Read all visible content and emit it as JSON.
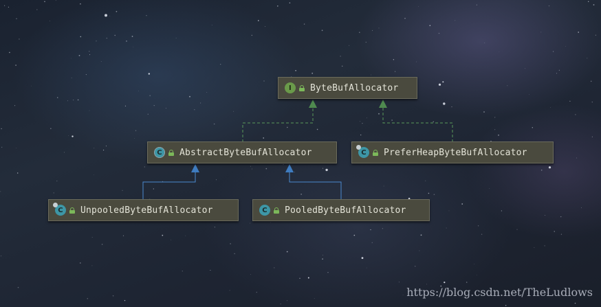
{
  "diagram": {
    "nodes": [
      {
        "id": "byte-buf-allocator",
        "label": "ByteBufAllocator",
        "kind": "interface",
        "icon_letter": "I"
      },
      {
        "id": "abstract-byte-buf-allocator",
        "label": "AbstractByteBufAllocator",
        "kind": "abstract",
        "icon_letter": "C"
      },
      {
        "id": "prefer-heap-byte-buf-allocator",
        "label": "PreferHeapByteBufAllocator",
        "kind": "class",
        "icon_letter": "C"
      },
      {
        "id": "unpooled-byte-buf-allocator",
        "label": "UnpooledByteBufAllocator",
        "kind": "class",
        "icon_letter": "C"
      },
      {
        "id": "pooled-byte-buf-allocator",
        "label": "PooledByteBufAllocator",
        "kind": "class",
        "icon_letter": "C"
      }
    ],
    "edges": [
      {
        "from": "abstract-byte-buf-allocator",
        "to": "byte-buf-allocator",
        "type": "implements"
      },
      {
        "from": "prefer-heap-byte-buf-allocator",
        "to": "byte-buf-allocator",
        "type": "implements"
      },
      {
        "from": "unpooled-byte-buf-allocator",
        "to": "abstract-byte-buf-allocator",
        "type": "extends"
      },
      {
        "from": "pooled-byte-buf-allocator",
        "to": "abstract-byte-buf-allocator",
        "type": "extends"
      }
    ],
    "colors": {
      "implements_edge": "#5a9a5a",
      "extends_edge": "#4a8ad0",
      "node_background": "#4a4a3e",
      "node_text": "#e4e4d8"
    }
  },
  "watermark": "https://blog.csdn.net/TheLudlows"
}
